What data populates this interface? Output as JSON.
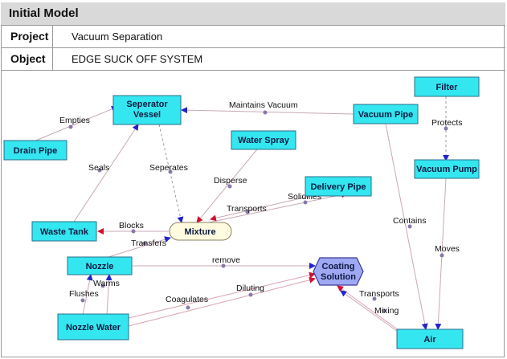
{
  "header": {
    "title": "Initial Model"
  },
  "info": [
    {
      "label": "Project",
      "value": "Vacuum Separation"
    },
    {
      "label": "Object",
      "value": "EDGE SUCK OFF SYSTEM"
    }
  ],
  "nodes": {
    "separator_vessel_1": "Seperator",
    "separator_vessel_2": "Vessel",
    "drain_pipe": "Drain Pipe",
    "water_spray": "Water Spray",
    "vacuum_pipe": "Vacuum Pipe",
    "filter": "Filter",
    "vacuum_pump": "Vacuum Pump",
    "delivery_pipe": "Delivery Pipe",
    "waste_tank": "Waste Tank",
    "mixture": "Mixture",
    "nozzle": "Nozzle",
    "coating_solution_1": "Coating",
    "coating_solution_2": "Solution",
    "nozzle_water": "Nozzle Water",
    "air": "Air"
  },
  "edges": {
    "empties": "Empties",
    "maintains_vacuum": "Maintains Vacuum",
    "protects": "Protects",
    "seals": "Seals",
    "seperates": "Seperates",
    "disperse": "Disperse",
    "solidifies": "Solidifies",
    "transports_mixture": "Transports",
    "blocks": "Blocks",
    "transfers": "Transfers",
    "contains": "Contains",
    "moves": "Moves",
    "remove": "remove",
    "warms": "Warms",
    "flushes": "Flushes",
    "coagulates": "Coagulates",
    "diluting": "Diluting",
    "transports_air": "Transports",
    "mixing": "Mixing"
  }
}
